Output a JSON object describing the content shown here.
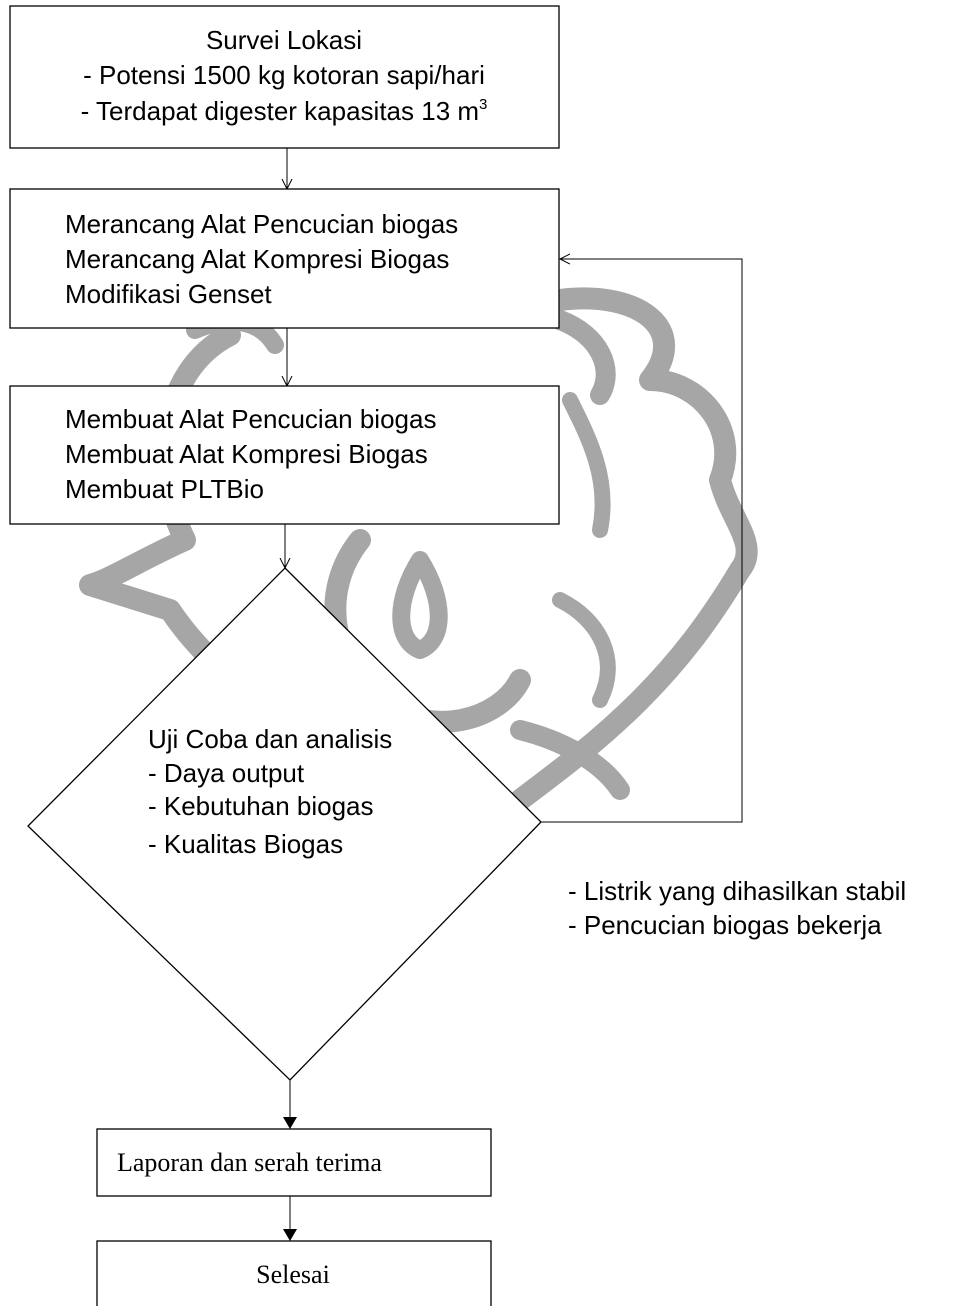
{
  "boxes": {
    "survey": {
      "title": "Survei Lokasi",
      "line1": "- Potensi 1500 kg kotoran sapi/hari",
      "line2": "- Terdapat digester kapasitas 13 m",
      "line2_sup": "3"
    },
    "design": {
      "lines": [
        "Merancang Alat Pencucian biogas",
        "Merancang Alat Kompresi Biogas",
        "Modifikasi Genset"
      ]
    },
    "build": {
      "lines": [
        "Membuat Alat Pencucian biogas",
        "Membuat Alat Kompresi Biogas",
        "Membuat PLTBio"
      ]
    },
    "decision": {
      "title": "Uji Coba dan analisis",
      "items": [
        "- Daya output",
        "- Kebutuhan biogas",
        "- Kualitas Biogas"
      ]
    },
    "criteria": {
      "lines": [
        "- Listrik yang dihasilkan stabil",
        "- Pencucian biogas bekerja"
      ]
    },
    "report": {
      "label": "Laporan dan serah terima"
    },
    "finish": {
      "label": "Selesai"
    }
  },
  "colors": {
    "line": "#000000",
    "watermark": "#a6a6a6",
    "background": "#ffffff"
  },
  "watermark": {
    "type": "university-seal-emblem"
  }
}
